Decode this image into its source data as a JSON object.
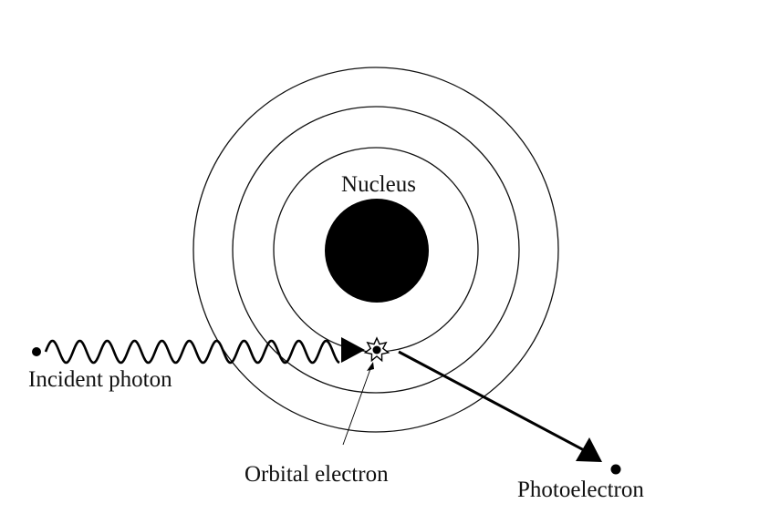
{
  "diagram": {
    "labels": {
      "nucleus": "Nucleus",
      "incident_photon": "Incident photon",
      "orbital_electron": "Orbital electron",
      "photoelectron": "Photoelectron"
    },
    "shell_count": 3,
    "colors": {
      "ink": "#111111",
      "background": "#ffffff"
    }
  }
}
